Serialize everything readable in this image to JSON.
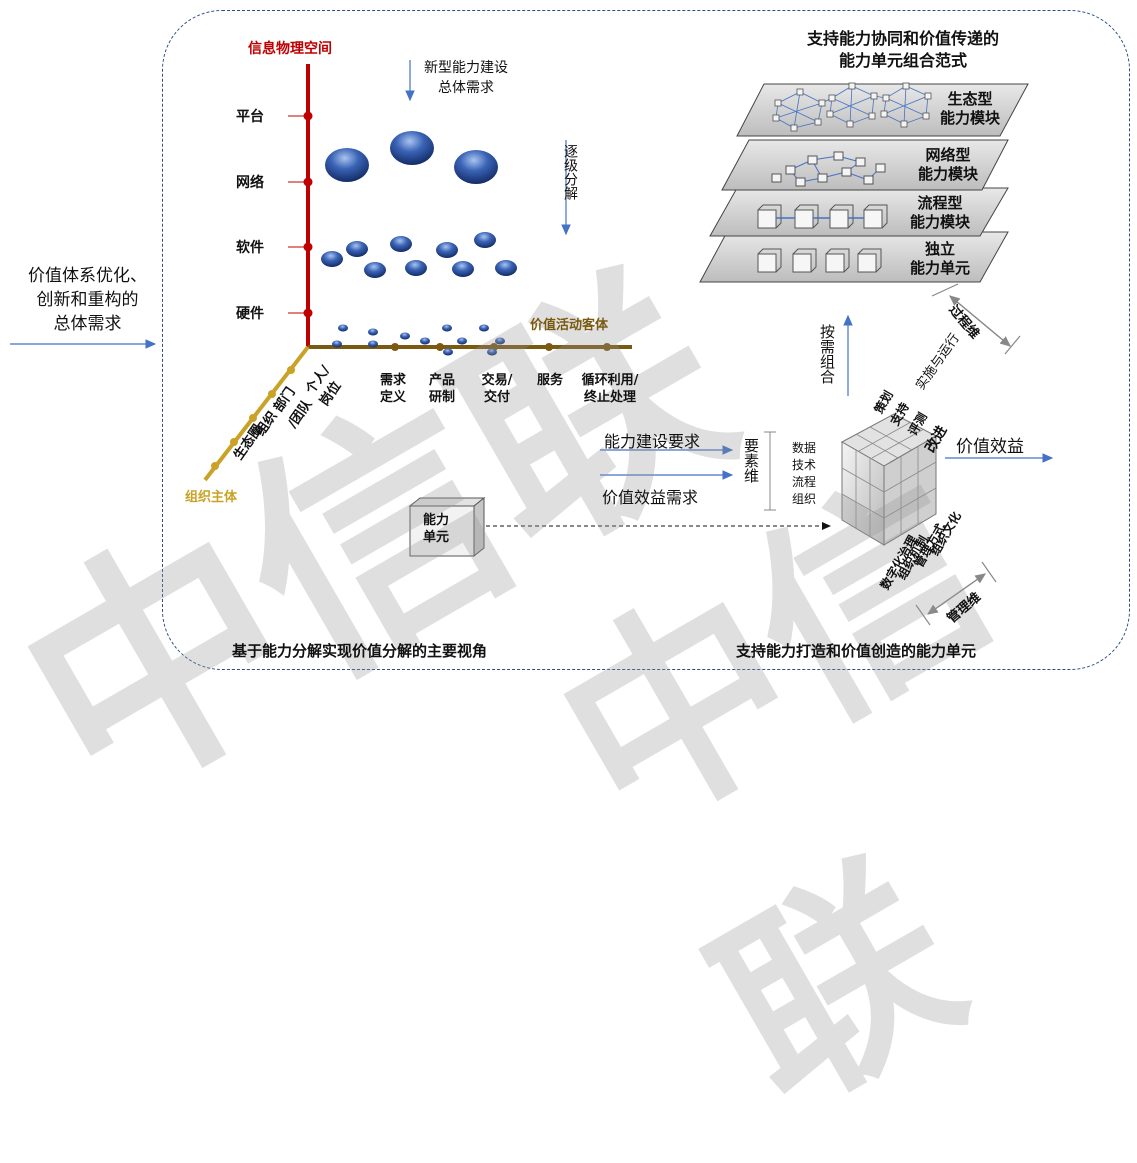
{
  "left_requirement": {
    "line1": "价值体系优化、",
    "line2": "创新和重构的",
    "line3": "总体需求"
  },
  "axes": {
    "vertical_label": "信息物理空间",
    "horizontal_label": "价值活动客体",
    "diagonal_label": "组织主体"
  },
  "top_arrow_label": {
    "line1": "新型能力建设",
    "line2": "总体需求"
  },
  "decompose_label": "逐级分解",
  "levels": [
    "平台",
    "网络",
    "软件",
    "硬件"
  ],
  "activities": [
    {
      "line1": "需求",
      "line2": "定义"
    },
    {
      "line1": "产品",
      "line2": "研制"
    },
    {
      "line1": "交易/",
      "line2": "交付"
    },
    {
      "line1": "服务",
      "line2": ""
    },
    {
      "line1": "循环利用/",
      "line2": "终止处理"
    }
  ],
  "org_labels": [
    "生态圈",
    "组织",
    "部门",
    "/团队",
    "个人/",
    "岗位"
  ],
  "left_panel_title": "基于能力分解实现价值分解的主要视角",
  "right_top_title": {
    "line1": "支持能力协同和价值传递的",
    "line2": "能力单元组合范式"
  },
  "layers": [
    {
      "line1": "生态型",
      "line2": "能力模块"
    },
    {
      "line1": "网络型",
      "line2": "能力模块"
    },
    {
      "line1": "流程型",
      "line2": "能力模块"
    },
    {
      "line1": "独立",
      "line2": "能力单元"
    }
  ],
  "process_dim": "过程维",
  "impl_label": "实施与运行",
  "cube_top_labels": [
    "策划",
    "支持",
    "评测",
    "改进"
  ],
  "on_demand": "按需组合",
  "inputs": {
    "req1": "能力建设要求",
    "req2": "价值效益需求"
  },
  "element_dim": {
    "label": "要素维",
    "items": [
      "数据",
      "技术",
      "流程",
      "组织"
    ]
  },
  "output": "价值效益",
  "management_labels": [
    "数字化治理",
    "组织机制",
    "管理方式",
    "组织文化"
  ],
  "management_dim": "管理维",
  "unit_box": {
    "line1": "能力",
    "line2": "单元"
  },
  "right_panel_title": "支持能力打造和价值创造的能力单元",
  "colors": {
    "red_axis": "#c00000",
    "gold_axis": "#c9a227",
    "brown_axis": "#7a5a10",
    "arrow_blue": "#4472c4",
    "sphere": "#2f5597"
  }
}
